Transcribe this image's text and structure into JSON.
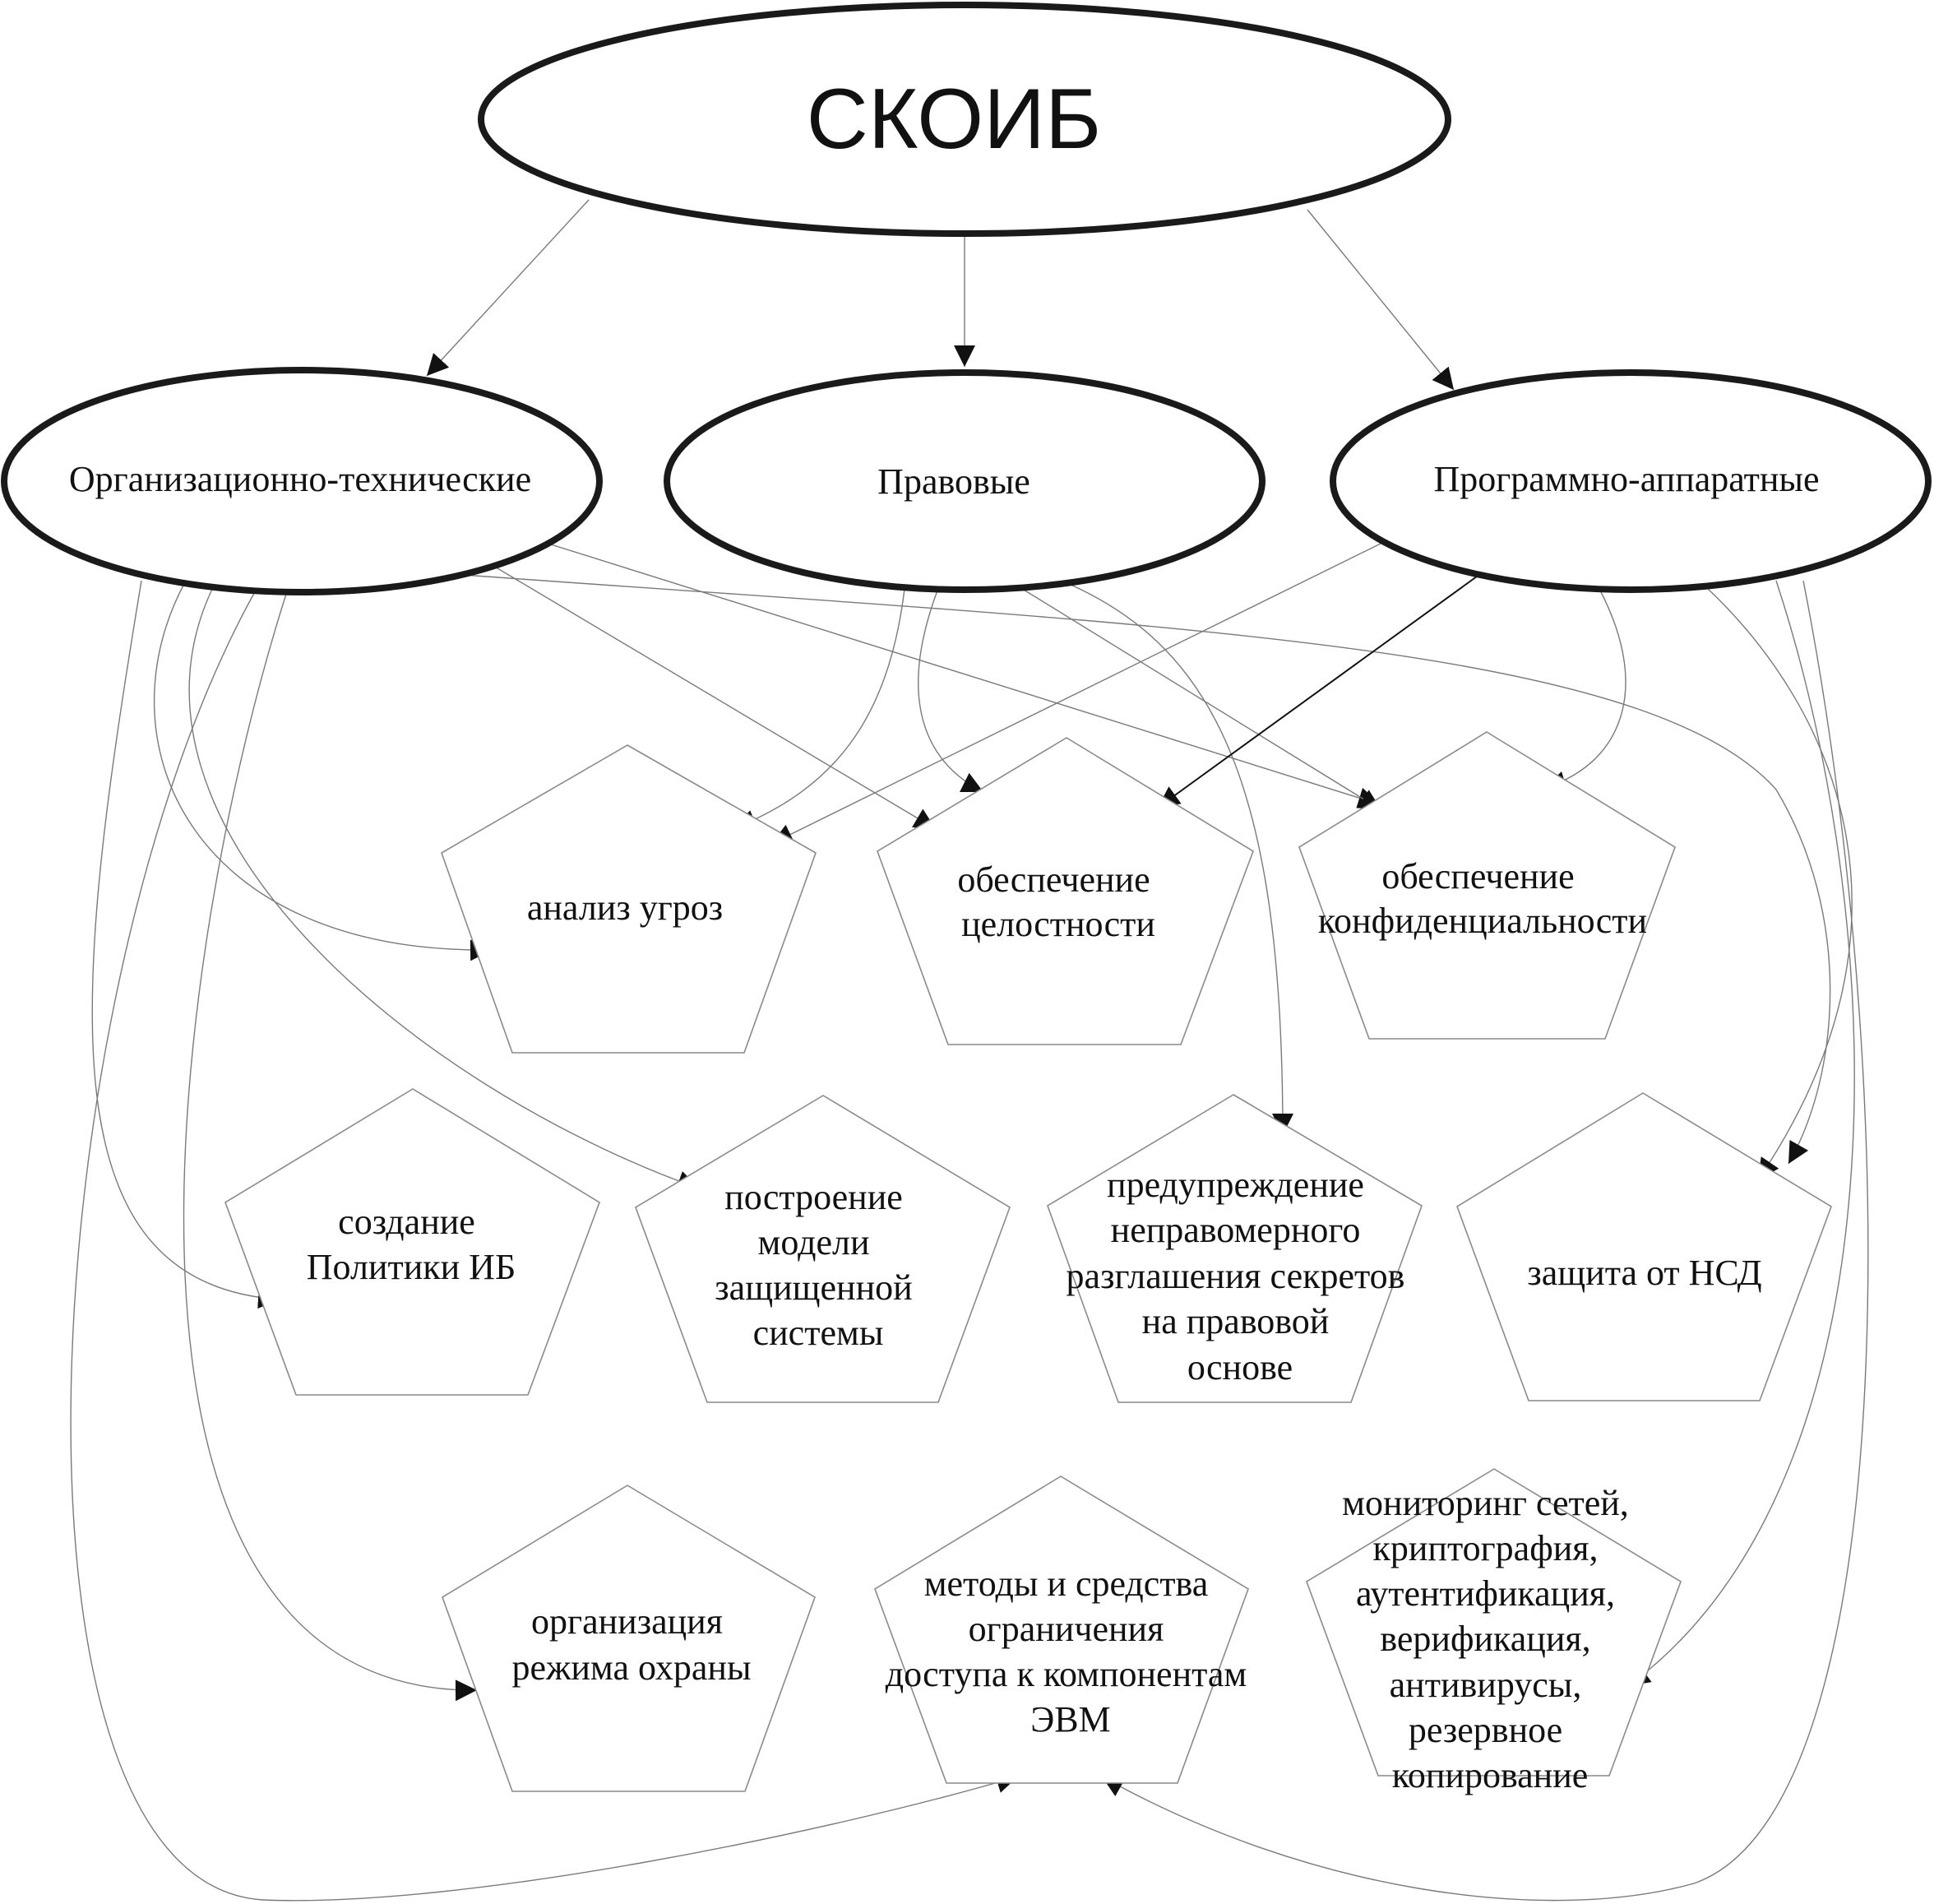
{
  "root": {
    "label": "СКОИБ"
  },
  "categories": [
    {
      "id": "org",
      "label": "Организационно-технические"
    },
    {
      "id": "legal",
      "label": "Правовые"
    },
    {
      "id": "soft",
      "label": "Программно-аппаратные"
    }
  ],
  "tasks": [
    {
      "id": "threats",
      "lines": [
        "анализ угроз"
      ]
    },
    {
      "id": "integrity",
      "lines": [
        "обеспечение",
        "целостности"
      ]
    },
    {
      "id": "confidentiality",
      "lines": [
        "обеспечение",
        "конфиденциальности"
      ]
    },
    {
      "id": "policy",
      "lines": [
        "создание",
        "Политики ИБ"
      ]
    },
    {
      "id": "model",
      "lines": [
        "построение",
        "модели",
        "защищенной",
        "системы"
      ]
    },
    {
      "id": "secrets",
      "lines": [
        "предупреждение",
        "неправомерного",
        "разглашения секретов",
        "на правовой",
        "основе"
      ]
    },
    {
      "id": "nsd",
      "lines": [
        "защита от НСД"
      ]
    },
    {
      "id": "guard",
      "lines": [
        "организация",
        "режима охраны"
      ]
    },
    {
      "id": "access",
      "lines": [
        "методы и средства",
        "ограничения",
        "доступа к компонентам",
        "ЭВМ"
      ]
    },
    {
      "id": "monitoring",
      "lines": [
        "мониторинг сетей,",
        "криптография,",
        "аутентификация,",
        "верификация,",
        "антивирусы,",
        "резервное",
        "копирование"
      ]
    }
  ]
}
